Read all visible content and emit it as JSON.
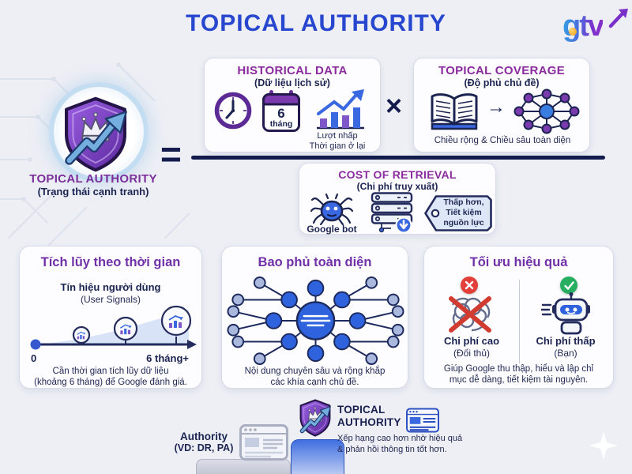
{
  "header": {
    "title": "TOPICAL AUTHORITY",
    "logo": "gtv"
  },
  "hero": {
    "title": "TOPICAL AUTHORITY",
    "subtitle": "(Trạng thái cạnh tranh)",
    "equals_sign": "=",
    "multiply_sign": "×"
  },
  "historical": {
    "title": "HISTORICAL DATA",
    "subtitle": "(Dữ liệu lịch sử)",
    "calendar_number": "6",
    "calendar_unit": "tháng",
    "metric_lines": [
      "Lượt nhấp",
      "Thời gian ở lại"
    ]
  },
  "coverage": {
    "title": "TOPICAL COVERAGE",
    "subtitle": "(Độ phủ chủ đề)",
    "arrow": "→",
    "caption": "Chiều rộng & Chiều sâu toàn diện"
  },
  "cost": {
    "title": "COST OF RETRIEVAL",
    "subtitle": "(Chi phí truy xuất)",
    "bot_label": "Google bot",
    "tag_lines": [
      "Thấp hơn,",
      "Tiết kiệm",
      "nguồn lực"
    ]
  },
  "cards": [
    {
      "title": "Tích lũy theo thời gian",
      "signal_title": "Tín hiệu người dùng",
      "signal_subtitle": "(User Signals)",
      "timeline_start": "0",
      "timeline_end": "6 tháng+",
      "caption_lines": [
        "Cần thời gian tích lũy dữ liệu",
        "(khoảng 6 tháng) để Google đánh giá."
      ]
    },
    {
      "title": "Bao phủ toàn diện",
      "caption_lines": [
        "Nội dung chuyên sâu và rộng khắp",
        "các khía cạnh chủ đề."
      ]
    },
    {
      "title": "Tối ưu hiệu quả",
      "bad_label": "Chi phí cao",
      "bad_subtitle": "(Đối thủ)",
      "good_label": "Chi phí thấp",
      "good_subtitle": "(Bạn)",
      "caption_lines": [
        "Giúp Google thu thập, hiểu và lập chỉ",
        "mục dễ dàng, tiết kiệm tài nguyên."
      ]
    }
  ],
  "footer": {
    "left_label": "Authority",
    "left_subtitle": "(VD: DR, PA)",
    "shield_title_lines": [
      "TOPICAL",
      "AUTHORITY"
    ],
    "caption_lines": [
      "Xếp hạng cao hơn nhờ hiệu quả",
      "& phản hồi thông tin tốt hơn."
    ]
  },
  "colors": {
    "background": "#edeff5",
    "title_blue": "#2847cf",
    "heading_purple": "#8a2b9e",
    "card_title_purple": "#7030a8",
    "navy": "#1b2350",
    "blue": "#3a68e0",
    "node_purple": "#7b3aad",
    "error_red": "#e23f3a",
    "success_green": "#27ae60"
  }
}
